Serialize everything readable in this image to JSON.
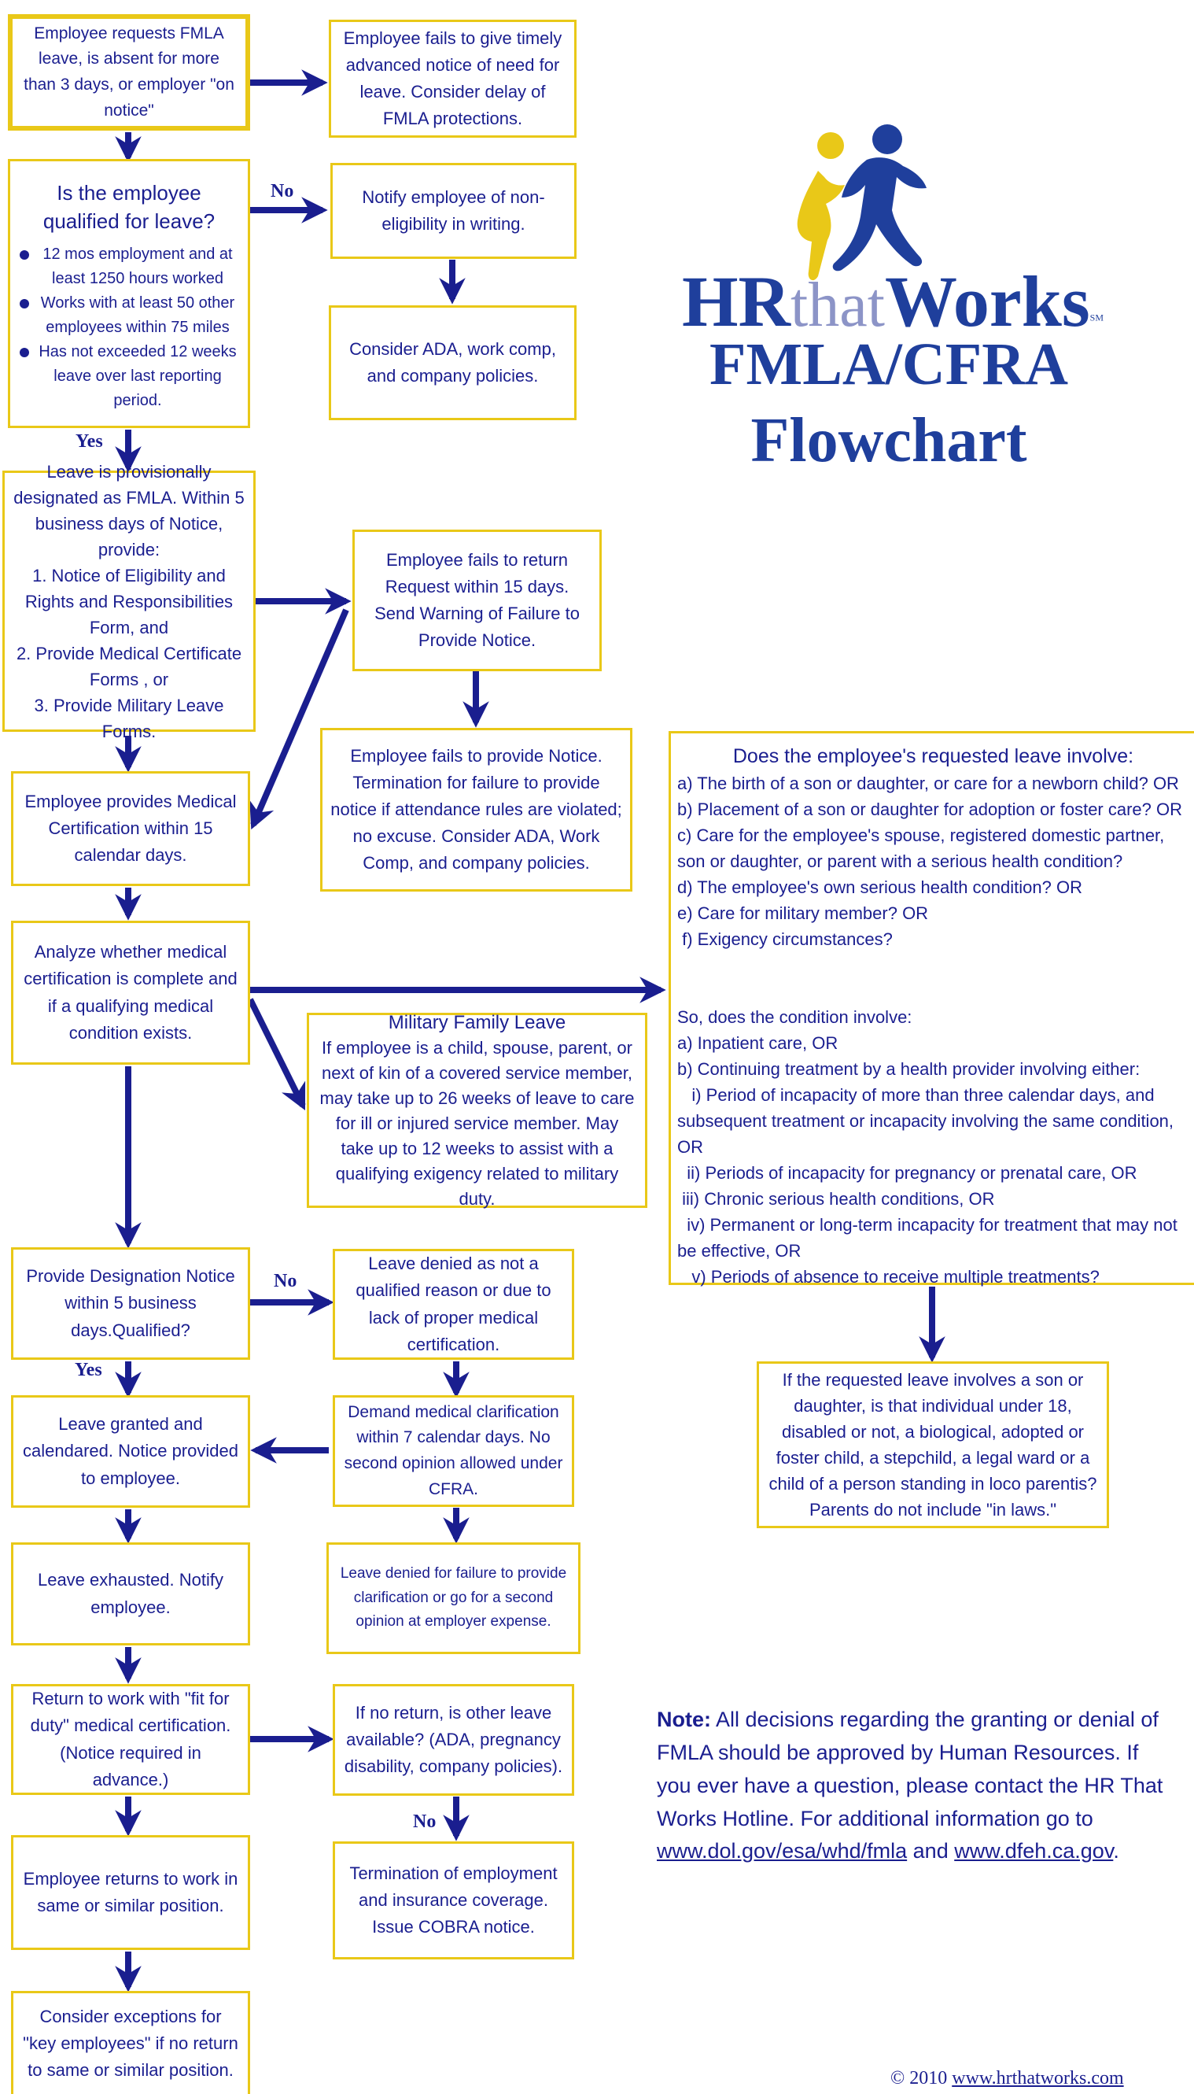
{
  "boxes": {
    "request": "Employee requests  FMLA leave, is absent for more than 3 days, or employer \"on notice\"",
    "fails_notice": "Employee fails to give timely advanced notice of need for leave. Consider delay of FMLA protections.",
    "qualified_title": "Is the employee qualified for leave?",
    "qualified_items": [
      "12 mos employment and at least 1250 hours worked",
      "Works with at least 50 other employees within 75 miles",
      "Has not exceeded 12 weeks leave over last reporting period."
    ],
    "notify_noneligible": "Notify employee of non-eligibility in writing.",
    "consider_ada": "Consider ADA, work comp, and company policies.",
    "provisional_lines": [
      "Leave is provisionally designated as FMLA. Within 5 business days of Notice, provide:",
      "1. Notice of Eligibility and Rights and Responsibilities Form, and",
      "2. Provide Medical Certificate Forms , or",
      "3. Provide Military Leave Forms."
    ],
    "fails_return": "Employee fails to return Request within 15 days. Send Warning of Failure to Provide Notice.",
    "fails_provide": "Employee fails to provide Notice. Termination for failure to provide notice if attendance rules are violated; no excuse. Consider ADA, Work Comp, and company policies.",
    "provides_cert": "Employee provides Medical Certification within 15 calendar days.",
    "analyze": "Analyze whether medical certification is complete and if a qualifying medical condition exists.",
    "military_title": "Military Family Leave",
    "military_body": "If employee is a child, spouse, parent, or next of kin of a covered service member, may take up to 26 weeks of leave to care for ill or injured service member. May take up to 12 weeks to assist with a qualifying exigency related to military duty.",
    "involve_title": "Does the employee's requested leave involve:",
    "involve_lines": [
      "a) The birth of a son or daughter, or care for a newborn child? OR",
      "b) Placement of a son or daughter for adoption or foster care? OR",
      "c) Care for the employee's spouse, registered domestic partner, son or daughter, or parent with a serious health condition?",
      "d) The employee's own serious health condition? OR",
      "e) Care for military member? OR",
      " f) Exigency circumstances?",
      "",
      "So, does the condition involve:",
      "a) Inpatient care, OR",
      "b) Continuing treatment by a health provider involving either:",
      "   i) Period of incapacity of more than three calendar days, and subsequent treatment or incapacity involving the same condition, OR",
      "  ii) Periods of incapacity for pregnancy or prenatal care, OR",
      " iii) Chronic serious health conditions, OR",
      "  iv) Permanent or long-term incapacity for treatment that may not be effective, OR",
      "   v) Periods of absence to receive multiple treatments?"
    ],
    "son_daughter": "If the requested leave involves a son or daughter, is that individual under 18, disabled or not, a biological, adopted or foster child, a stepchild, a legal ward or a child of a person standing in loco parentis? Parents do not include \"in laws.\"",
    "designation": "Provide Designation Notice within 5 business days.Qualified?",
    "denied": "Leave denied as not a qualified reason or due to lack of proper medical certification.",
    "granted": "Leave granted and calendared. Notice provided to employee.",
    "demand": "Demand medical clarification within 7 calendar days. No second opinion allowed under CFRA.",
    "exhausted": "Leave exhausted. Notify employee.",
    "denied_clar": "Leave denied for failure to provide clarification or go for a second opinion at employer expense.",
    "return_fit": "Return to work with \"fit for duty\" medical certification. (Notice required in advance.)",
    "other_leave": "If no return, is other leave available? (ADA, pregnancy disability, company policies).",
    "returns": "Employee returns to work in same or similar position.",
    "termination": "Termination of employment and insurance coverage. Issue COBRA notice.",
    "key_employees": "Consider exceptions for \"key employees\" if no return to same or similar position."
  },
  "labels": {
    "no": "No",
    "yes": "Yes"
  },
  "brand": {
    "hr": "HR",
    "that": "that",
    "works": "Works",
    "sm": "SM",
    "title1": "FMLA/CFRA",
    "title2": "Flowchart"
  },
  "note": {
    "bold": "Note:",
    "text": " All decisions regarding the granting or denial of FMLA should be approved by Human Resources. If you ever have a question, please contact the HR That Works Hotline. For additional information go to ",
    "link1": "www.dol.gov/esa/whd/fmla",
    "and": " and ",
    "link2": "www.dfeh.ca.gov",
    "end": "."
  },
  "footer": {
    "copy": "© 2010 ",
    "link": "www.hrthatworks.com"
  },
  "colors": {
    "navy": "#1a1e8f",
    "box_border": "#e9c818",
    "brand_blue": "#1f3f9c",
    "brand_light": "#8c94c7",
    "brand_yellow": "#e9c818"
  }
}
